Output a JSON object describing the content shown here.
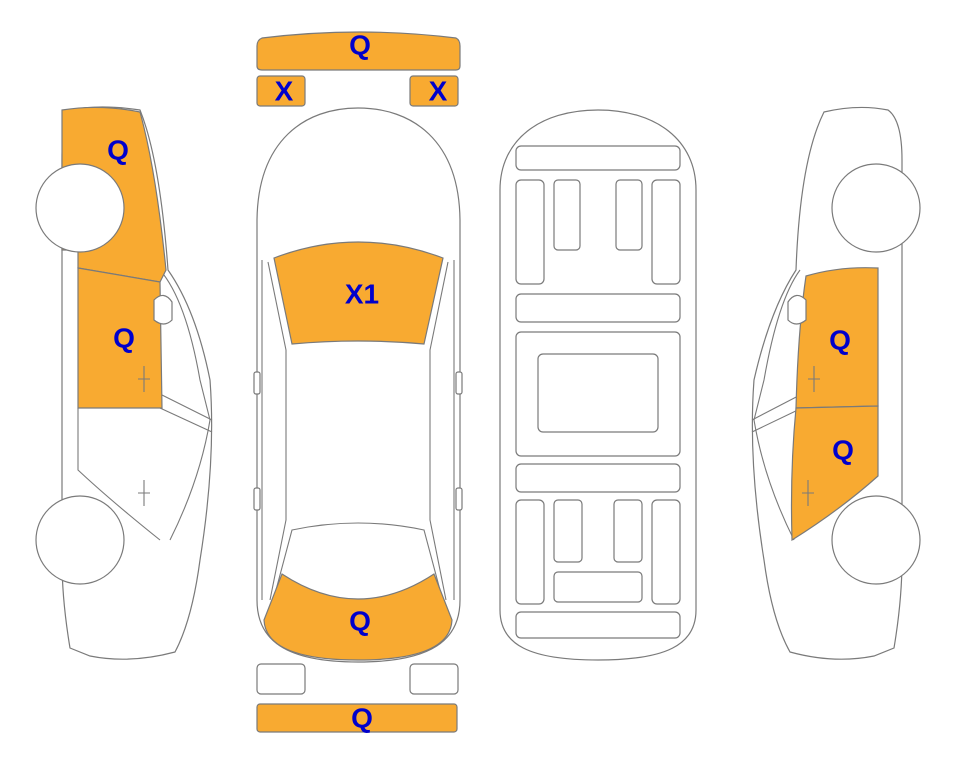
{
  "colors": {
    "damaged_fill": "#F8AA31",
    "undamaged_fill": "#ffffff",
    "outline": "#7a7a7a",
    "label_text": "#0000CC"
  },
  "labels": {
    "front_bumper": "Q",
    "front_left_headlight": "X",
    "front_right_headlight": "X",
    "left_front_fender": "Q",
    "left_front_door": "Q",
    "windshield": "X1",
    "rear_trunk": "Q",
    "rear_bumper": "Q",
    "right_front_door": "Q",
    "right_rear_door": "Q"
  },
  "damaged_parts": [
    "front_bumper",
    "front_left_headlight",
    "front_right_headlight",
    "left_front_fender",
    "left_front_door",
    "windshield",
    "rear_trunk",
    "rear_bumper",
    "right_front_door",
    "right_rear_door"
  ]
}
